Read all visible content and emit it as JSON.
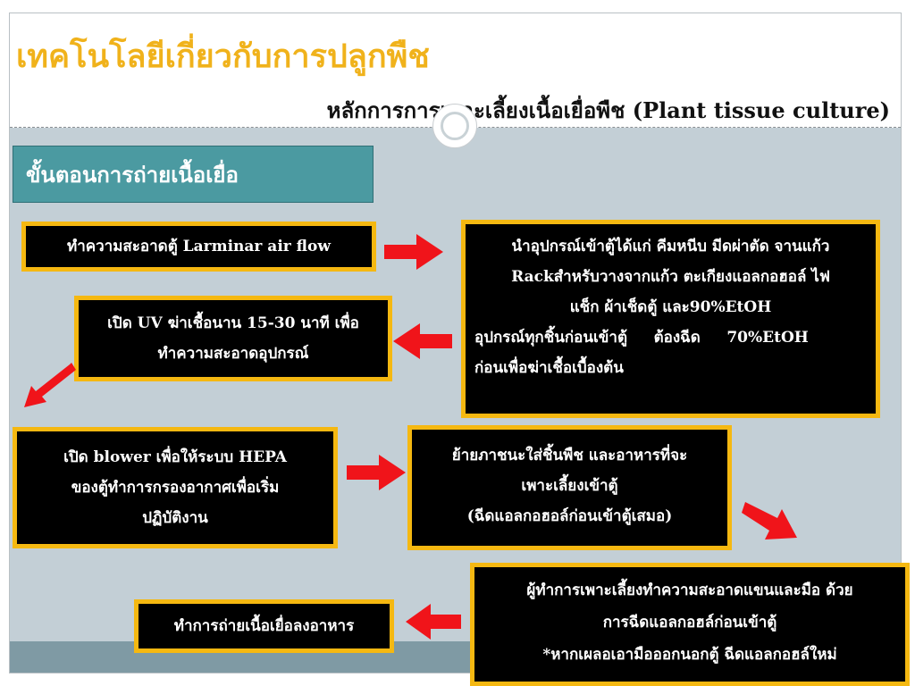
{
  "slide": {
    "title": "เทคโนโลยีเกี่ยวกับการปลูกพืช",
    "subtitle": "หลักการการเพาะเลี้ยงเนื้อเยื่อพืช (Plant tissue culture)",
    "section_label": "ขั้นตอนการถ่ายเนื้อเยื่อ"
  },
  "steps": {
    "clean_hood": "ทำความสะอาดตู้  Larminar air flow",
    "bring_tools_1": "นำอุปกรณ์เข้าตู้ได้แก่ คีมหนีบ มีดผ่าตัด จานแก้ว",
    "bring_tools_2": "Rackสำหรับวางจากแก้ว ตะเกียงแอลกอฮอล์ ไฟ",
    "bring_tools_3": "แช็ก ผ้าเช็ดตู้ และ90%EtOH",
    "bring_tools_4": "อุปกรณ์ทุกชิ้นก่อนเข้าตู้     ต้องฉีด     70%EtOH",
    "bring_tools_5": "ก่อนเพื่อฆ่าเชื้อเบื้องต้น",
    "uv_1": "เปิด UV ฆ่าเชื้อนาน 15-30 นาที เพื่อ",
    "uv_2": "ทำความสะอาดอุปกรณ์",
    "blower_1": "เปิด blower เพื่อให้ระบบ HEPA",
    "blower_2": "ของตู้ทำการกรองอากาศเพื่อเริ่ม",
    "blower_3": "ปฏิบัติงาน",
    "move_1": "ย้ายภาชนะใส่ชิ้นพืช และอาหารที่จะ",
    "move_2": "เพาะเลี้ยงเข้าตู้",
    "move_3": "(ฉีดแอลกอฮอล์ก่อนเข้าตู้เสมอ)",
    "wash_1": "ผู้ทำการเพาะเลี้ยงทำความสะอาดแขนและมือ ด้วย",
    "wash_2": "การฉีดแอลกอฮล์ก่อนเข้าตู้",
    "wash_3": "*หากเผลอเอามือออกนอกตู้ ฉีดแอลกอฮล์ใหม่",
    "transfer": "ทำการถ่ายเนื้อเยื่อลงอาหาร"
  },
  "colors": {
    "title": "#f0b21b",
    "box_border": "#f5b811",
    "box_fill": "#000000",
    "arrow": "#f0141a",
    "section_fill": "#4b9aa1",
    "background": "#c3cfd6"
  },
  "icons": {
    "arrow": "red-arrow-icon",
    "ring": "ring-ornament-icon"
  }
}
